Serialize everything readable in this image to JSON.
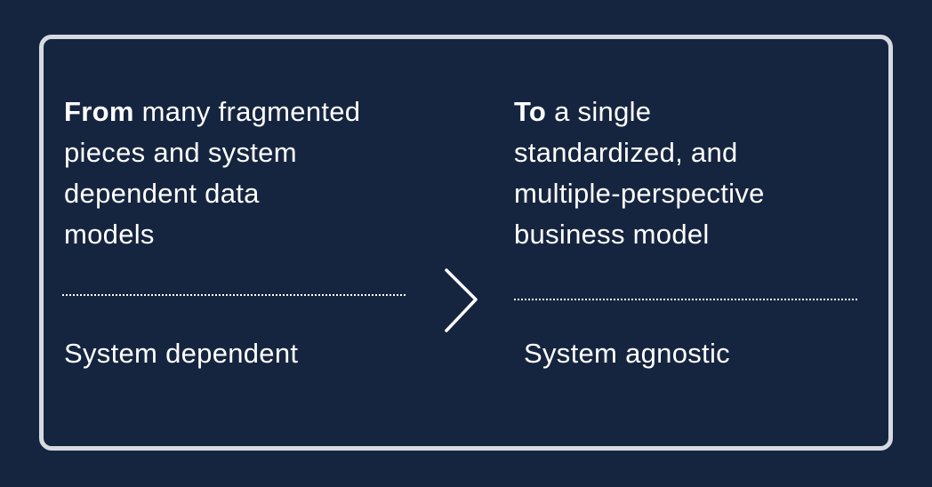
{
  "theme": {
    "background_color": "#16253F",
    "frame_border_color": "#D6DAE1",
    "text_color": "#FFFFFF"
  },
  "left_panel": {
    "lead": "From",
    "body": " many fragmented\npieces and system\ndependent data\nmodels",
    "label": "System dependent"
  },
  "right_panel": {
    "lead": "To",
    "body": " a single\nstandardized, and\nmultiple-perspective\nbusiness model",
    "label": "System agnostic"
  },
  "icons": {
    "between_panels": "chevron-right-icon"
  }
}
